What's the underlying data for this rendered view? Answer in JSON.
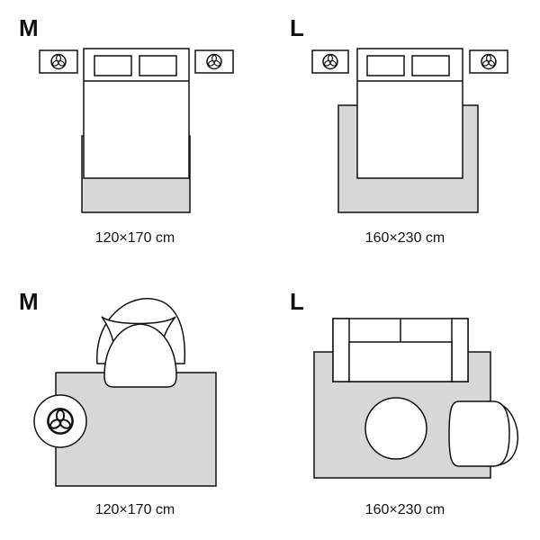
{
  "panels": [
    {
      "size": "M",
      "dimensions": "120×170 cm",
      "scene": "bedroom"
    },
    {
      "size": "L",
      "dimensions": "160×230 cm",
      "scene": "bedroom"
    },
    {
      "size": "M",
      "dimensions": "120×170 cm",
      "scene": "armchair"
    },
    {
      "size": "L",
      "dimensions": "160×230 cm",
      "scene": "living-room"
    }
  ],
  "colors": {
    "rug_fill": "#d8d8d8",
    "stroke": "#111111",
    "furniture_fill": "#ffffff",
    "background": "#ffffff"
  },
  "icons": {
    "lamp": "trefoil-lamp-icon"
  }
}
